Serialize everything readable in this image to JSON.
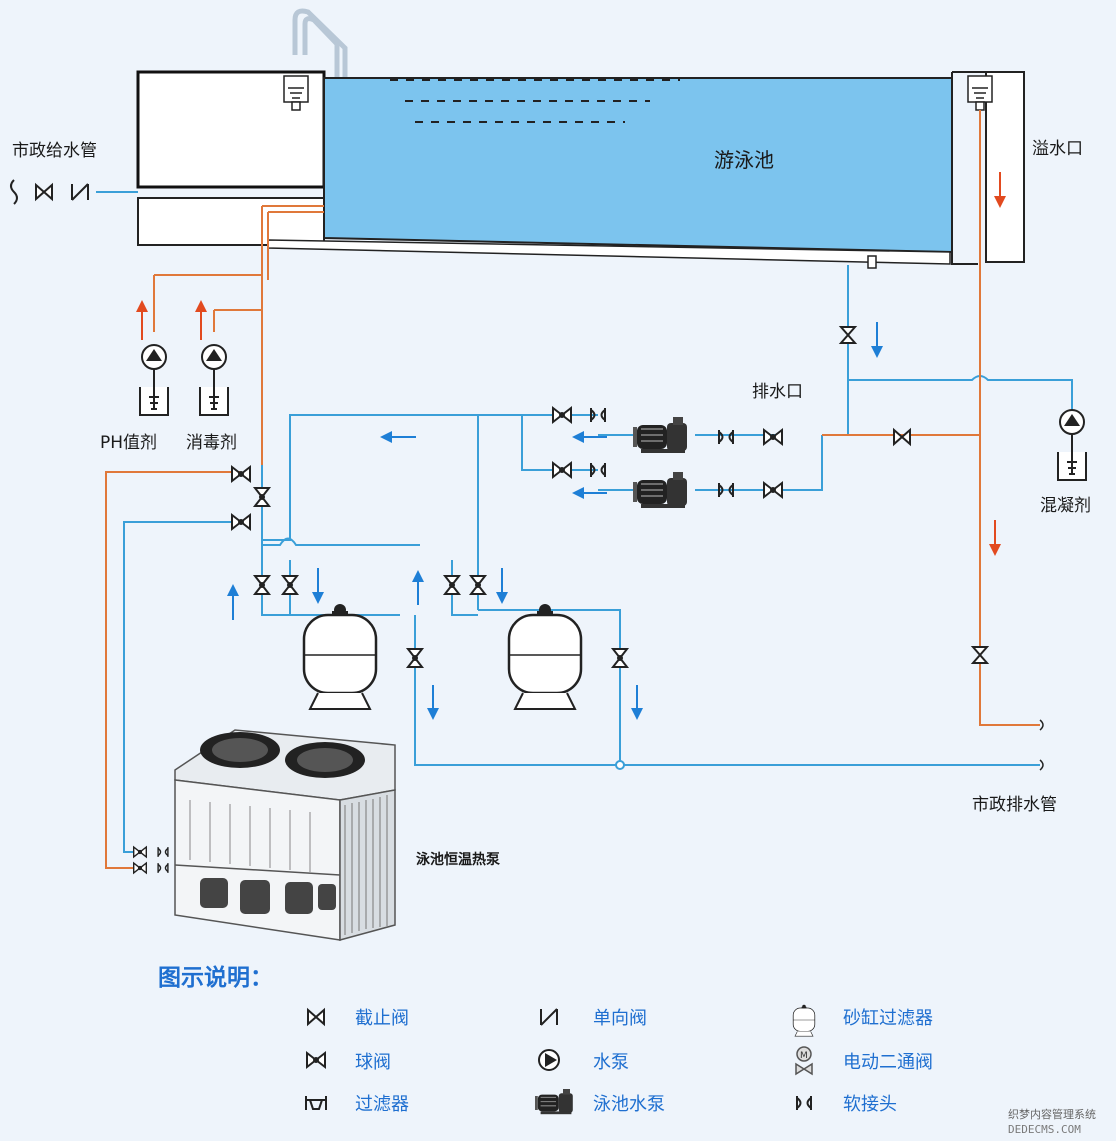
{
  "labels": {
    "municipal_supply": "市政给水管",
    "pool": "游泳池",
    "overflow": "溢水口",
    "drain_outlet": "排水口",
    "ph_agent": "PH值剂",
    "disinfectant": "消毒剂",
    "coagulant": "混凝剂",
    "municipal_drain": "市政排水管",
    "heat_pump": "泳池恒温热泵"
  },
  "legend": {
    "title": "图示说明：",
    "items": [
      {
        "icon": "stop-valve-icon",
        "label": "截止阀"
      },
      {
        "icon": "check-valve-icon",
        "label": "单向阀"
      },
      {
        "icon": "sand-filter-icon",
        "label": "砂缸过滤器"
      },
      {
        "icon": "ball-valve-icon",
        "label": "球阀"
      },
      {
        "icon": "water-pump-icon",
        "label": "水泵"
      },
      {
        "icon": "motorized-valve-icon",
        "label": "电动二通阀"
      },
      {
        "icon": "strainer-icon",
        "label": "过滤器"
      },
      {
        "icon": "pool-pump-icon",
        "label": "泳池水泵"
      },
      {
        "icon": "flexible-joint-icon",
        "label": "软接头"
      }
    ]
  },
  "watermark": {
    "line1": "织梦内容管理系统",
    "line2": "DEDECMS.COM"
  },
  "colors": {
    "water": "#7cc4ee",
    "pipe_blue": "#3a9fd8",
    "pipe_orange": "#e0783a",
    "arrow_blue": "#1e7fd6",
    "arrow_red": "#e24a1f",
    "legend_blue": "#1f6fd0",
    "background": "#eef4fb"
  }
}
